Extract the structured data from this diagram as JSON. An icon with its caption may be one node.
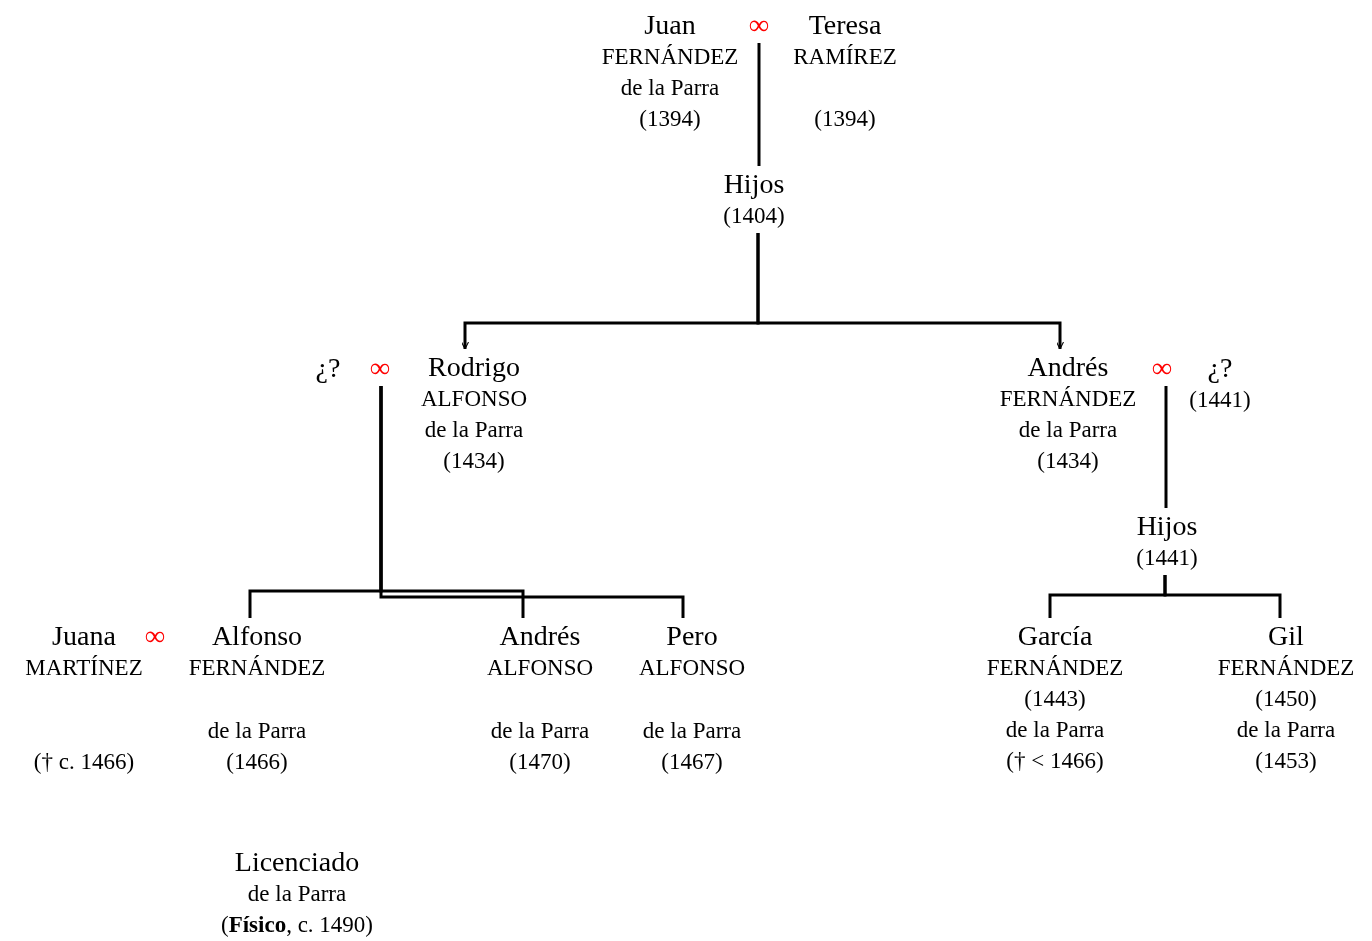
{
  "diagram": {
    "nodes": [
      {
        "text": [
          "Juan",
          "FERNÁNDEZ",
          "de la Parra",
          "(1394)"
        ]
      },
      {
        "text": [
          "∞"
        ]
      },
      {
        "text": [
          "Teresa",
          "RAMÍREZ",
          "(1394)"
        ]
      },
      {
        "text": [
          "Hijos",
          "(1404)"
        ]
      },
      {
        "text": [
          "¿?"
        ]
      },
      {
        "text": [
          "∞"
        ]
      },
      {
        "text": [
          "Rodrigo",
          "ALFONSO",
          "de la Parra",
          "(1434)"
        ]
      },
      {
        "text": [
          "Andrés",
          "FERNÁNDEZ",
          "de la Parra",
          "(1434)"
        ]
      },
      {
        "text": [
          "∞"
        ]
      },
      {
        "text": [
          "¿?",
          "(1441)"
        ]
      },
      {
        "text": [
          "Hijos",
          "(1441)"
        ]
      },
      {
        "text": [
          "Juana",
          "MARTÍNEZ",
          "(† c. 1466)"
        ]
      },
      {
        "text": [
          "Alfonso",
          "FERNÁNDEZ",
          "de la Parra",
          "(1466)"
        ]
      },
      {
        "text": [
          "Andrés",
          "ALFONSO",
          "de la Parra",
          "(1470)"
        ]
      },
      {
        "text": [
          "Pero",
          "ALFONSO",
          "de la Parra",
          "(1467)"
        ]
      },
      {
        "text": [
          "García",
          "FERNÁNDEZ",
          "(1443)",
          "de la Parra",
          "(† < 1466)"
        ]
      },
      {
        "text": [
          "Gil",
          "FERNÁNDEZ",
          "(1450)",
          "de la Parra",
          "(1453)"
        ]
      },
      {
        "text": [
          "Licenciado",
          "de la Parra",
          "(**Físico**, c. 1490)"
        ]
      }
    ],
    "edges": [
      {
        "from": 1,
        "to": 3,
        "arrow": "none"
      },
      {
        "from": 3,
        "to": 6,
        "arrow": "to"
      },
      {
        "from": 3,
        "to": 7,
        "arrow": "to"
      },
      {
        "from": 5,
        "to": 12,
        "arrow": "none"
      },
      {
        "from": 5,
        "to": 13,
        "arrow": "none"
      },
      {
        "from": 5,
        "to": 14,
        "arrow": "none"
      },
      {
        "from": 8,
        "to": 10,
        "arrow": "none"
      },
      {
        "from": 10,
        "to": 15,
        "arrow": "none"
      },
      {
        "from": 10,
        "to": 16,
        "arrow": "none"
      }
    ],
    "labels": [
      "∞"
    ]
  }
}
